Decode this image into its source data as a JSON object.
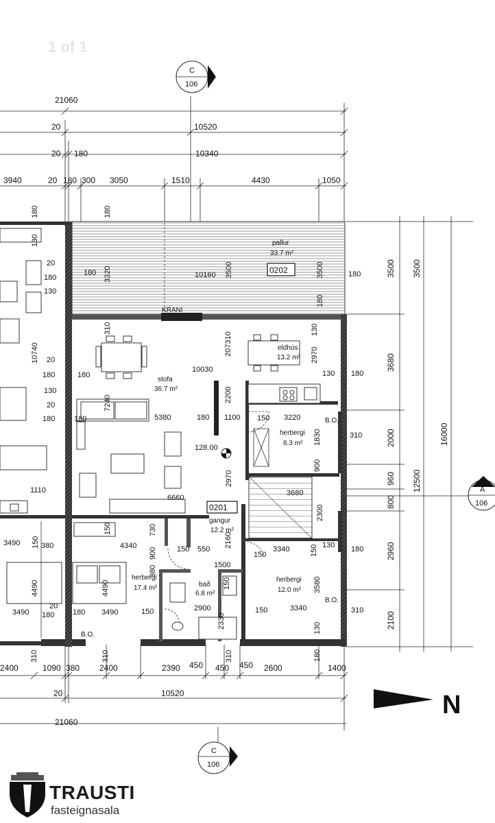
{
  "page_indicator": "1 of 1",
  "brand": {
    "name": "TRAUSTI",
    "tagline": "fasteignasala"
  },
  "section_markers": {
    "top": {
      "letter": "C",
      "sheet": "106"
    },
    "bottom": {
      "letter": "C",
      "sheet": "106"
    },
    "right": {
      "letter": "A",
      "sheet": "106"
    }
  },
  "north_label": "N",
  "rooms": {
    "pallur": {
      "name": "pallur",
      "area": "33.7 m²",
      "id": "0202"
    },
    "eldhus": {
      "name": "eldhús",
      "area": "13.2 m²"
    },
    "stofa": {
      "name": "stofa",
      "area": "36.7 m²"
    },
    "herbergi1": {
      "name": "herbergi",
      "area": "8.3 m²"
    },
    "gangur": {
      "name": "gangur",
      "area": "12.2 m²",
      "id": "0201"
    },
    "herbergi2": {
      "name": "herbergi",
      "area": "17.4 m²"
    },
    "bad": {
      "name": "bað",
      "area": "6.8 m²"
    },
    "herbergi3": {
      "name": "herbergi",
      "area": "12.0 m²"
    }
  },
  "labels": {
    "krani": "KRANI",
    "bo1": "B.O.",
    "bo2": "B.O.",
    "bo3": "B.O.",
    "level": "128.00"
  },
  "dims_top": {
    "total": "21060",
    "a": "20",
    "b": "10520",
    "c": "20",
    "d": "180",
    "e": "10340",
    "r1": "3940",
    "r2": "20",
    "r3": "180",
    "r4": "300",
    "r5": "3050",
    "r6": "1510",
    "r7": "4430",
    "r8": "1050"
  },
  "dims_bottom": {
    "b1": "2400",
    "b2": "1090",
    "b3": "380",
    "b4": "2400",
    "b5": "2390",
    "b6": "450",
    "b7": "450",
    "b8": "450",
    "b9": "2600",
    "b10": "1400",
    "b11": "310",
    "b12": "310",
    "b13": "180",
    "c1": "20",
    "c2": "10520",
    "total": "21060"
  },
  "dims_right": {
    "r1": "3500",
    "r2": "3500",
    "r3": "3680",
    "r4": "2000",
    "r5": "960",
    "r6": "800",
    "r7": "2960",
    "r8": "2100",
    "t1": "12500",
    "t2": "16000"
  },
  "dims_inner": {
    "d180a": "180",
    "d130a": "130",
    "d20a": "20",
    "d180b": "180",
    "d130b": "130",
    "d180c": "180",
    "d10740": "10740",
    "d20b": "20",
    "d180d": "180",
    "d180e": "180",
    "d130c": "130",
    "d20c": "20",
    "d180f": "180",
    "d180g": "180",
    "d1110": "1110",
    "d3490a": "3490",
    "d150a": "150",
    "d380a": "380",
    "d4340": "4340",
    "d4490a": "4490",
    "d4490b": "4490",
    "d3490b": "3490",
    "d20d": "20",
    "d180h": "180",
    "d3490c": "3490",
    "d180i": "180",
    "d180p1": "180",
    "d3320": "3320",
    "d10160": "10160",
    "d3500a": "3500",
    "d3500b": "3500",
    "d180p2": "180",
    "d180p3": "180",
    "d310a": "310",
    "d207310": "207310",
    "d130e": "130",
    "d2970a": "2970",
    "d10030": "10030",
    "d130f": "130",
    "d180j": "180",
    "d7240": "7240",
    "d5380": "5380",
    "d2200": "2200",
    "d180k": "180",
    "d1100": "1100",
    "d150b": "150",
    "d3220": "3220",
    "d310b": "310",
    "d1830": "1830",
    "d900a": "900",
    "d2970b": "2970",
    "d3680": "3680",
    "d2300": "2300",
    "d6660": "6660",
    "d150c": "150",
    "d730": "730",
    "d900b": "900",
    "d380b": "380",
    "d150d": "150",
    "d550": "550",
    "d2160": "2160",
    "d150e": "150",
    "d3340a": "3340",
    "d150f": "150",
    "d130g": "130",
    "d180l": "180",
    "d1500": "1500",
    "d3580": "3580",
    "d150g": "150",
    "d150h": "150",
    "d2900": "2900",
    "d2330": "2330",
    "d150i": "150",
    "d3340b": "3340",
    "d310c": "310",
    "d130h": "130",
    "d180m": "180"
  }
}
